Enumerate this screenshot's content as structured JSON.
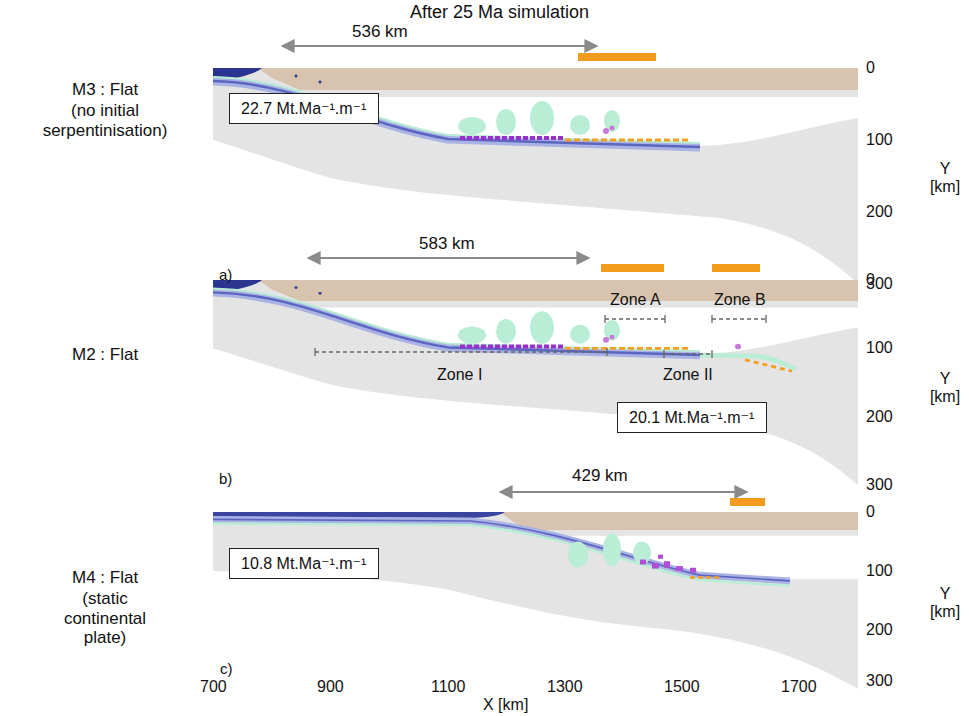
{
  "diagram": {
    "title": "After 25 Ma simulation",
    "nodes": [
      {
        "text": [
          "22.7 Mt.Ma⁻¹.m⁻¹"
        ]
      },
      {
        "text": [
          "20.1 Mt.Ma⁻¹.m⁻¹"
        ]
      },
      {
        "text": [
          "10.8 Mt.Ma⁻¹.m⁻¹"
        ]
      }
    ],
    "labels": [
      "536 km",
      "M3 : Flat",
      "(no initial serpentinisation)",
      "a)",
      "0",
      "100",
      "200",
      "300",
      "Y [km]",
      "583 km",
      "Zone A",
      "Zone B",
      "Zone I",
      "Zone II",
      "M2 : Flat",
      "b)",
      "0",
      "100",
      "200",
      "300",
      "Y [km]",
      "429 km",
      "M4 : Flat",
      "(static continental plate)",
      "c)",
      "0",
      "100",
      "200",
      "300",
      "Y [km]",
      "700",
      "900",
      "1100",
      "1300",
      "1500",
      "1700",
      "X [km]"
    ]
  }
}
